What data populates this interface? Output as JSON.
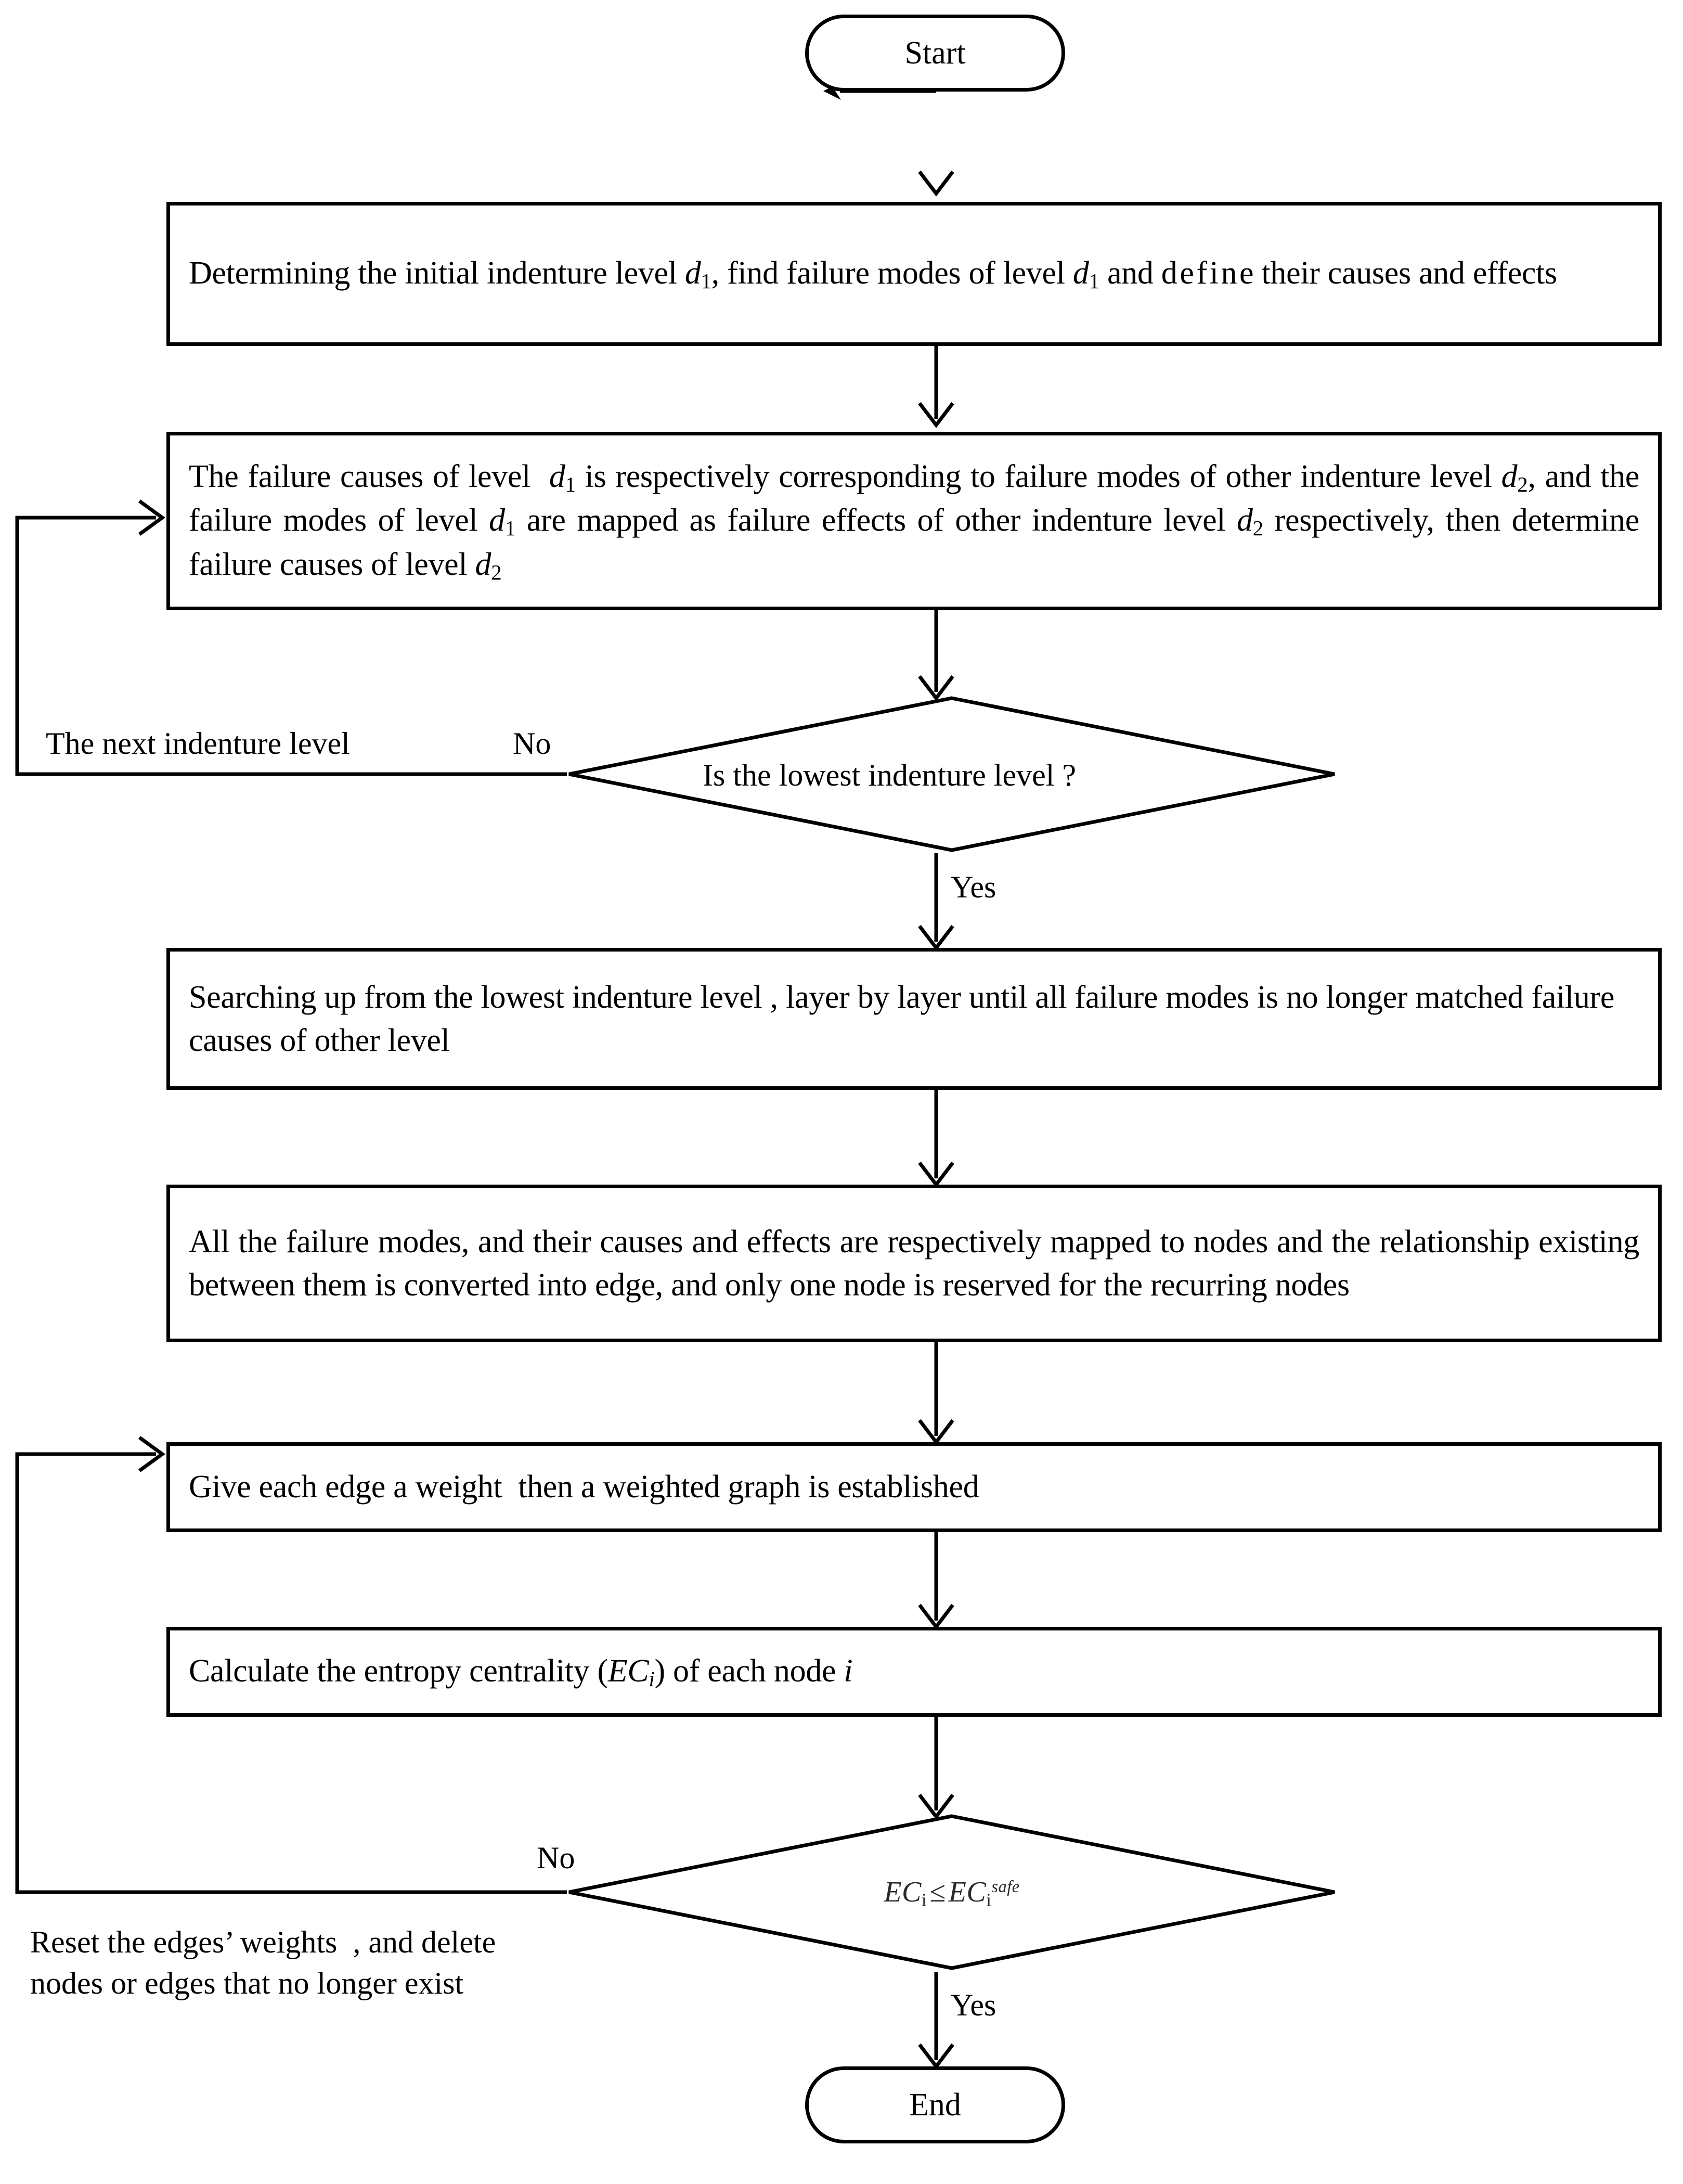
{
  "diagram": {
    "type": "flowchart",
    "title": "Entropy-centrality based FMEA network construction flowchart",
    "orientation": "top-to-bottom",
    "line_color": "#000000",
    "background": "#ffffff"
  },
  "nodes": {
    "start": {
      "shape": "terminator",
      "label": "Start"
    },
    "step1": {
      "shape": "process",
      "text_parts": [
        {
          "t": "Determining the initial indenture level "
        },
        {
          "t": "d",
          "style": "italic"
        },
        {
          "t": "1",
          "style": "sub"
        },
        {
          "t": ", find failure modes of level "
        },
        {
          "t": "d",
          "style": "italic"
        },
        {
          "t": "1",
          "style": "sub"
        },
        {
          "t": " and define their causes and effects"
        }
      ],
      "plain": "Determining the initial indenture level d1, find failure modes of level d1 and define their causes and effects"
    },
    "step2": {
      "shape": "process",
      "text_parts": [
        {
          "t": "The failure causes of level "
        },
        {
          "t": "d",
          "style": "italic"
        },
        {
          "t": "1",
          "style": "sub"
        },
        {
          "t": " is respectively corresponding to failure modes of other indenture level "
        },
        {
          "t": "d",
          "style": "italic"
        },
        {
          "t": "2",
          "style": "sub"
        },
        {
          "t": ", and the failure modes of level "
        },
        {
          "t": "d",
          "style": "italic"
        },
        {
          "t": "1",
          "style": "sub"
        },
        {
          "t": " are mapped as failure effects of other indenture level "
        },
        {
          "t": "d",
          "style": "italic"
        },
        {
          "t": "2",
          "style": "sub"
        },
        {
          "t": " respectively, then determine failure causes of level "
        },
        {
          "t": "d",
          "style": "italic"
        },
        {
          "t": "2",
          "style": "sub"
        }
      ],
      "plain": "The failure causes of level d1 is respectively corresponding to failure modes of other indenture level d2, and the failure modes of level d1 are mapped as failure effects of other indenture level d2 respectively, then determine failure causes of level d2"
    },
    "decision1": {
      "shape": "diamond",
      "label": "Is the lowest indenture level ?"
    },
    "step3": {
      "shape": "process",
      "text_parts": [
        {
          "t": "Searching up from the lowest indenture level , layer by layer until all failure modes is no longer matched failure causes of other level"
        }
      ],
      "plain": "Searching up from the lowest indenture level , layer by layer until all failure modes is no longer matched failure causes of other level"
    },
    "step4": {
      "shape": "process",
      "text_parts": [
        {
          "t": "All the failure modes, and their causes and effects are respectively mapped to nodes and the relationship existing between them is converted into edge, and only one node is reserved for the recurring nodes"
        }
      ],
      "plain": "All the failure modes, and their causes and effects are respectively mapped to nodes and the relationship existing between them is converted into edge, and only one node is reserved for the recurring nodes"
    },
    "step5": {
      "shape": "process",
      "text_parts": [
        {
          "t": "Give each edge a weight then a weighted graph is established"
        }
      ],
      "plain": "Give each edge a weight then a weighted graph is established"
    },
    "step6": {
      "shape": "process",
      "text_parts": [
        {
          "t": "Calculate the entropy centrality ("
        },
        {
          "t": "EC",
          "style": "italic"
        },
        {
          "t": "i",
          "style": "sub-italic"
        },
        {
          "t": ") of each node "
        },
        {
          "t": "i",
          "style": "italic"
        }
      ],
      "plain": "Calculate the entropy centrality (ECi) of each node i"
    },
    "decision2": {
      "shape": "diamond",
      "formula": {
        "lhs_base": "EC",
        "lhs_sub": "i",
        "relation": "≤",
        "rhs_base": "EC",
        "rhs_sub": "i",
        "rhs_sup": "safe",
        "plain": "ECi ≤ ECi^safe"
      }
    },
    "end": {
      "shape": "terminator",
      "label": "End"
    }
  },
  "edge_labels": {
    "d1_no": "No",
    "d1_yes": "Yes",
    "d2_no": "No",
    "d2_yes": "Yes"
  },
  "side_labels": {
    "loop_top": "The next indenture level",
    "loop_bottom_line1": "Reset the edges’ weights , and delete",
    "loop_bottom_line2": "nodes or edges that no longer exist"
  }
}
